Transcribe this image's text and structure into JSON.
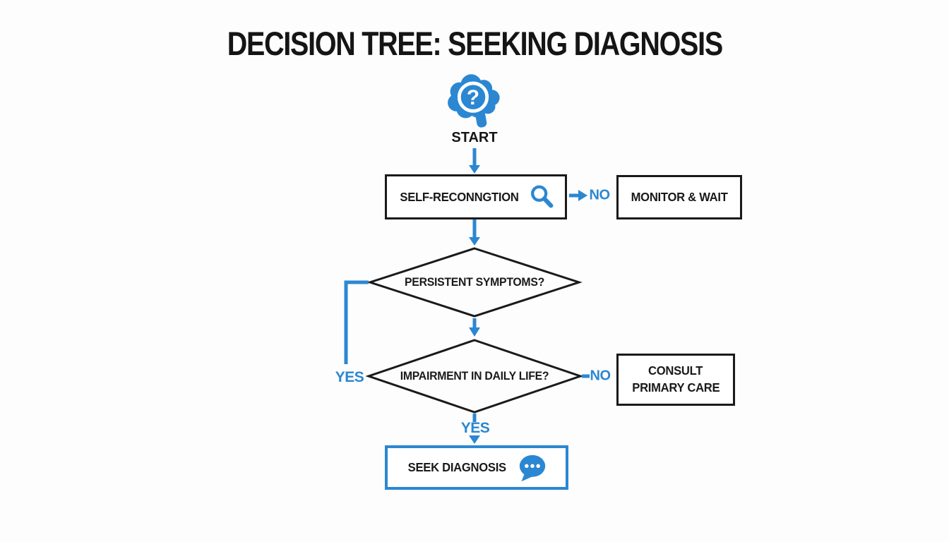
{
  "title": "DECISION TREE: SEEKING DIAGNOSIS",
  "colors": {
    "accent_blue": "#2b87d2",
    "ink_black": "#1a1a1a",
    "background": "#fdfdfd"
  },
  "nodes": {
    "start_label": "START",
    "self_recognition": "SELF-RECONNGTION",
    "monitor_wait": "MONITOR & WAIT",
    "persistent_symptoms": "PERSISTENT SYMPTOMS?",
    "impairment": "IMPAIRMENT IN DAILY LIFE?",
    "consult_line1": "CONSULT",
    "consult_line2": "PRIMARY CARE",
    "seek_diagnosis": "SEEK DIAGNOSIS"
  },
  "edges": {
    "no_top": "NO",
    "no_mid": "NO",
    "yes_left": "YES",
    "yes_bottom": "YES"
  },
  "icons": {
    "start": "brain-question-icon",
    "self_recognition": "magnifier-icon",
    "seek_diagnosis": "chat-bubble-icon"
  }
}
